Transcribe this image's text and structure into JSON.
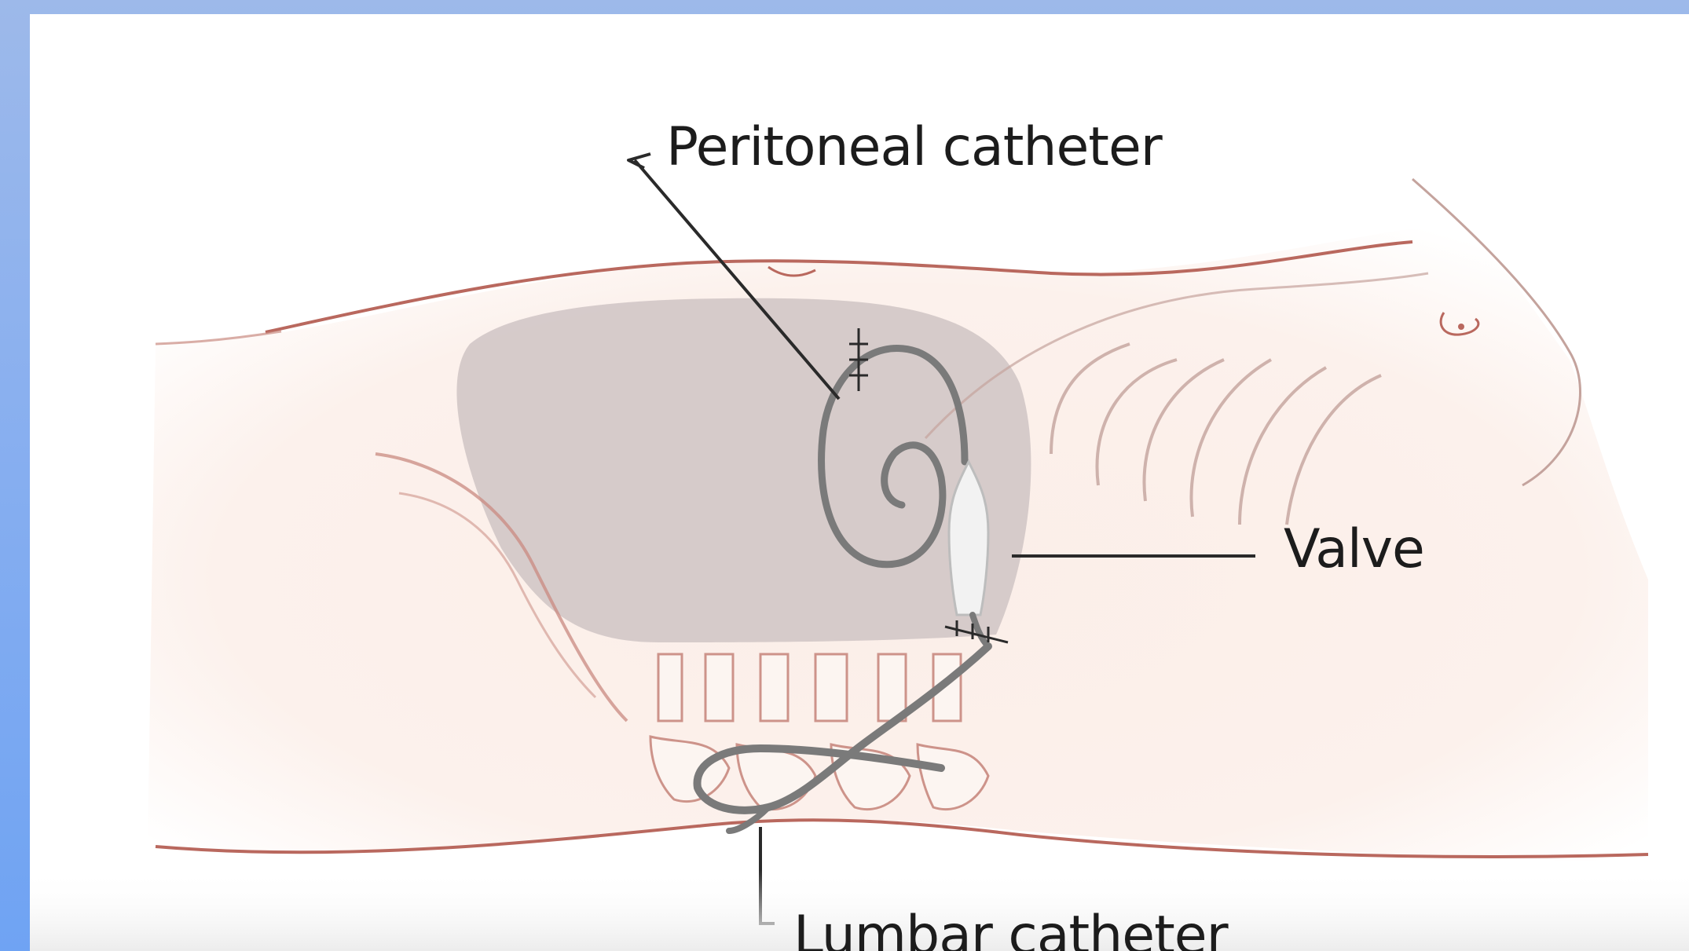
{
  "diagram": {
    "labels": {
      "peritoneal_catheter": "Peritoneal catheter",
      "valve": "Valve",
      "lumbar_catheter": "Lumbar catheter"
    },
    "colors": {
      "frame": "#86aef0",
      "skin": "#fbeee8",
      "outline": "#b9685e",
      "abdominal_region": "#cfc4c4",
      "catheter": "#7a7a7a",
      "leader_line": "#2a2a2a"
    }
  }
}
